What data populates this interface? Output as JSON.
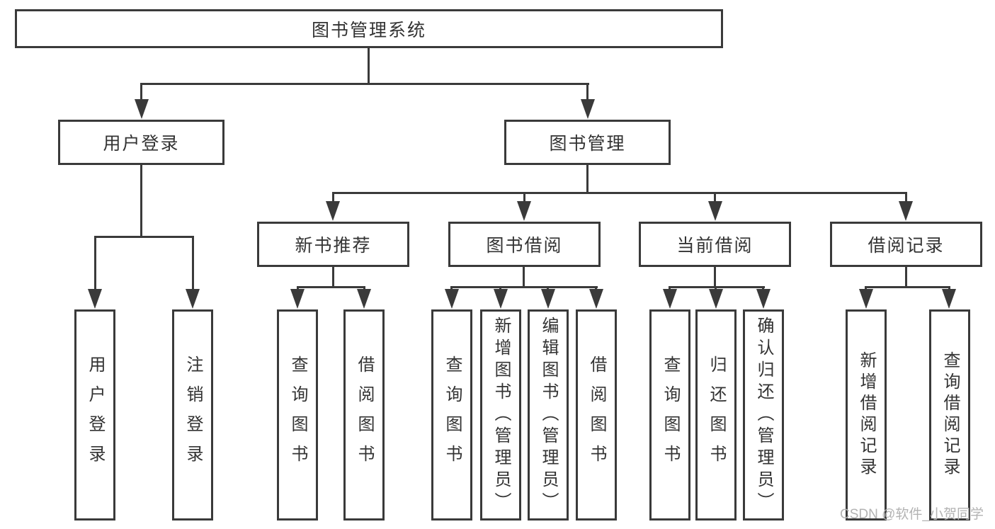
{
  "diagram": {
    "type": "hierarchy-tree",
    "watermark": "CSDN @软件_小贺同学",
    "colors": {
      "line": "#3a3a3a",
      "text": "#333333",
      "watermark": "#b3b3b3",
      "background": "#ffffff"
    },
    "tree": {
      "label": "图书管理系统",
      "children": [
        {
          "label": "用户登录",
          "children": [
            {
              "label": "用户登录"
            },
            {
              "label": "注销登录"
            }
          ]
        },
        {
          "label": "图书管理",
          "children": [
            {
              "label": "新书推荐",
              "children": [
                {
                  "label": "查询图书"
                },
                {
                  "label": "借阅图书"
                }
              ]
            },
            {
              "label": "图书借阅",
              "children": [
                {
                  "label": "查询图书"
                },
                {
                  "label": "新增图书（管理员）"
                },
                {
                  "label": "编辑图书（管理员）"
                },
                {
                  "label": "借阅图书"
                }
              ]
            },
            {
              "label": "当前借阅",
              "children": [
                {
                  "label": "查询图书"
                },
                {
                  "label": "归还图书"
                },
                {
                  "label": "确认归还（管理员）"
                }
              ]
            },
            {
              "label": "借阅记录",
              "children": [
                {
                  "label": "新增借阅记录"
                },
                {
                  "label": "查询借阅记录"
                }
              ]
            }
          ]
        }
      ]
    }
  }
}
